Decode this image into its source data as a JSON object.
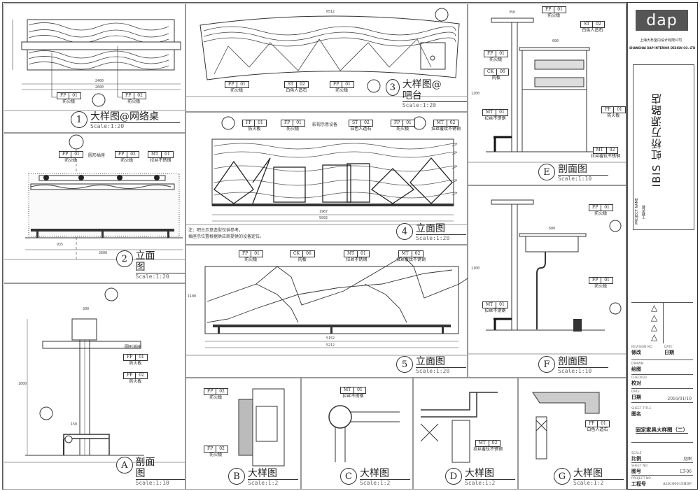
{
  "title_block": {
    "company_cn": "上海大朴室内设计有限公司",
    "company_en": "SHANGHAI DAP INTERIOR DESIGN CO. LTD",
    "logo_text": "dap",
    "project_name": "IBIS 虹桥万源路店",
    "project_name_caption_en": "PROJECT NAME",
    "project_name_caption_cn": "工程名称",
    "revision_caption": "REVISION NO",
    "revision_label": "修改",
    "date_caption": "DATE",
    "date_label": "日期",
    "drawn_caption": "DRAWN",
    "drawn_label": "绘图",
    "checked_caption": "CHECKED",
    "checked_label": "校对",
    "date2_caption": "DATE",
    "date2_label": "日期",
    "date2_value": "2016/01/10",
    "sheet_title_caption": "SHEET TITLE",
    "sheet_title_label": "图名",
    "sheet_title": "固定家具大样图（二）",
    "scale_caption": "SCALE",
    "scale_label": "比例",
    "scale_value": "见图",
    "sheet_no_caption": "SHEET NO",
    "sheet_no_label": "图号",
    "sheet_no_value": "LT-06",
    "project_no_caption": "PROJECT NO",
    "project_no_label": "工程号",
    "project_no_value": "A2016001SHDP",
    "revision_marks": [
      "△",
      "△",
      "△",
      "△"
    ]
  },
  "views": {
    "v1": {
      "num": "1",
      "name": "大样图@网络桌",
      "scale": "Scale:1:20"
    },
    "v2": {
      "num": "2",
      "name": "立面图",
      "scale": "Scale:1:20"
    },
    "vA": {
      "num": "A",
      "name": "剖面图",
      "scale": "Scale:1:10"
    },
    "v3": {
      "num": "3",
      "name": "大样图@吧台",
      "scale": "Scale:1:20"
    },
    "v4": {
      "num": "4",
      "name": "立面图",
      "scale": "Scale:1:20"
    },
    "v5": {
      "num": "5",
      "name": "立面图",
      "scale": "Scale:1:20"
    },
    "vE": {
      "num": "E",
      "name": "剖面图",
      "scale": "Scale:1:10"
    },
    "vF": {
      "num": "F",
      "name": "剖面图",
      "scale": "Scale:1:10"
    },
    "vB": {
      "num": "B",
      "name": "大样图",
      "scale": "Scale:1:2"
    },
    "vC": {
      "num": "C",
      "name": "大样图",
      "scale": "Scale:1:2"
    },
    "vD": {
      "num": "D",
      "name": "大样图",
      "scale": "Scale:1:2"
    },
    "vG": {
      "num": "G",
      "name": "大样图",
      "scale": "Scale:1:2"
    }
  },
  "tags": {
    "p1": [
      {
        "code": "FP",
        "no": "01",
        "label": "防火板"
      },
      {
        "code": "FP",
        "no": "02",
        "label": "防火板"
      }
    ],
    "p2": [
      {
        "code": "FP",
        "no": "01",
        "label": "防火板"
      },
      {
        "code": "FP",
        "no": "02",
        "label": "防火板"
      },
      {
        "code": "MT",
        "no": "01",
        "label": "拉丝不锈钢"
      }
    ],
    "p3": [
      {
        "code": "FP",
        "no": "01",
        "label": "防火板"
      },
      {
        "code": "ST",
        "no": "02",
        "label": "白色人造石"
      },
      {
        "code": "FP",
        "no": "01",
        "label": "防火板"
      }
    ],
    "p4": [
      {
        "code": "FP",
        "no": "01",
        "label": "防火板"
      },
      {
        "code": "FP",
        "no": "01",
        "label": "防火板"
      },
      {
        "code": "ST",
        "no": "02",
        "label": "白色人造石"
      },
      {
        "code": "FP",
        "no": "01",
        "label": "防火板"
      },
      {
        "code": "MT",
        "no": "02",
        "label": "拉丝覆钛不锈钢"
      }
    ],
    "p5": [
      {
        "code": "FP",
        "no": "01",
        "label": "防火板"
      },
      {
        "code": "CK",
        "no": "06",
        "label": "肉板"
      },
      {
        "code": "MT",
        "no": "01",
        "label": "拉丝不锈钢"
      },
      {
        "code": "MT",
        "no": "02",
        "label": "拉丝覆钛不锈钢"
      }
    ],
    "pE": [
      {
        "code": "FP",
        "no": "01",
        "label": "防火板"
      },
      {
        "code": "ST",
        "no": "02",
        "label": "白色人造石"
      },
      {
        "code": "FP",
        "no": "01",
        "label": "防火板"
      },
      {
        "code": "CK",
        "no": "06",
        "label": "肉板"
      },
      {
        "code": "MT",
        "no": "01",
        "label": "拉丝不锈钢"
      },
      {
        "code": "FP",
        "no": "01",
        "label": "防火板"
      },
      {
        "code": "MT",
        "no": "02",
        "label": "拉丝覆钛不锈钢"
      }
    ],
    "pF": [
      {
        "code": "FP",
        "no": "01",
        "label": "防火板"
      },
      {
        "code": "MT",
        "no": "01",
        "label": "拉丝不锈钢"
      },
      {
        "code": "FP",
        "no": "01",
        "label": "防火板"
      }
    ],
    "pA": [
      {
        "code": "FP",
        "no": "01",
        "label": "防火板"
      },
      {
        "code": "FP",
        "no": "02",
        "label": "防火板"
      }
    ],
    "pB": [
      {
        "code": "FP",
        "no": "02",
        "label": "防火板"
      },
      {
        "code": "FP",
        "no": "02",
        "label": "防火板"
      }
    ],
    "pC": [
      {
        "code": "MT",
        "no": "01",
        "label": "拉丝不锈钢"
      }
    ],
    "pD": [
      {
        "code": "MT",
        "no": "02",
        "label": "拉丝覆钛不锈钢"
      }
    ],
    "pG": [
      {
        "code": "FP",
        "no": "01",
        "label": "白色人造石"
      }
    ]
  },
  "callouts": {
    "socket": "圆形插座",
    "equipment": "影视示意设备",
    "socket_a": "圆形插座"
  },
  "notes": {
    "p4": "注：吧台示意造型仅供参考，\n插座示位置根据供应商提供的设备定位。"
  },
  "dims": {
    "p1_inner": "2400",
    "p1_total": "2600",
    "p2_total": "2600",
    "p2_span": "935",
    "p3_arc": "6512",
    "p4_total": "5092",
    "p4_mid": "1967",
    "p5_inner": "5152",
    "p5_total": "5212",
    "p5_height": "1100",
    "pE_top": "350",
    "pE_depth": "600",
    "pE_height": "1200",
    "pF_depth": "600",
    "pF_height": "1100",
    "pA_top": "300",
    "pA_height": "1000",
    "pA_base": "150"
  }
}
